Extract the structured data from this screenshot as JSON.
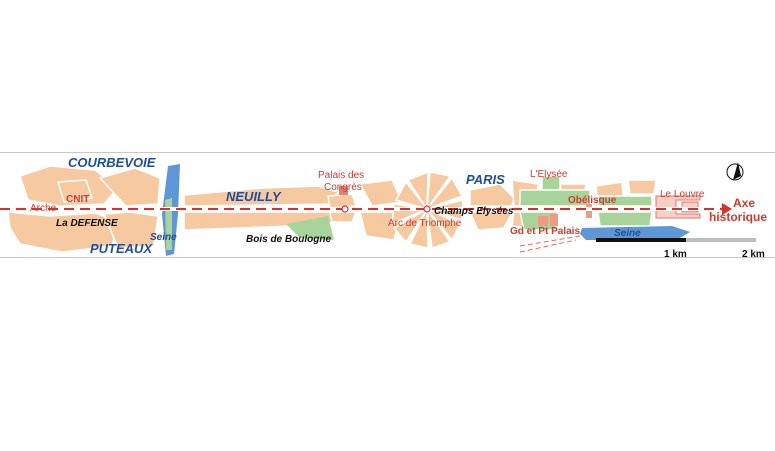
{
  "labels": {
    "courbevoie": "COURBEVOIE",
    "puteaux": "PUTEAUX",
    "neuilly": "NEUILLY",
    "paris": "PARIS",
    "cnit": "CNIT",
    "arche": "Arche",
    "la_defense": "La DEFENSE",
    "seine_west": "Seine",
    "seine_east": "Seine",
    "palais_des_congres_line1": "Palais des",
    "palais_des_congres_line2": "Congrès",
    "bois_de_boulogne": "Bois de Boulogne",
    "arc_de_triomphe": "Arc de Triomphe",
    "champs_elysees": "Champs Elysées",
    "lelysee": "L'Elysée",
    "obelisque": "Obélisque",
    "gd_et_pt_palais": "Gd et Pt Palais",
    "le_louvre": "Le Louvre",
    "axe_line1": "Axe",
    "axe_line2": "historique"
  },
  "scale_bar": {
    "mark_1": "1 km",
    "mark_2": "2 km"
  },
  "north_arrow_icon": "compass-north-icon",
  "colors": {
    "urban": "#f6c9a0",
    "park": "#a8d39a",
    "water": "#5f97d6",
    "axis": "#d8302a",
    "place_label": "#1f4e9a",
    "landmark_label": "#d23a2c"
  }
}
